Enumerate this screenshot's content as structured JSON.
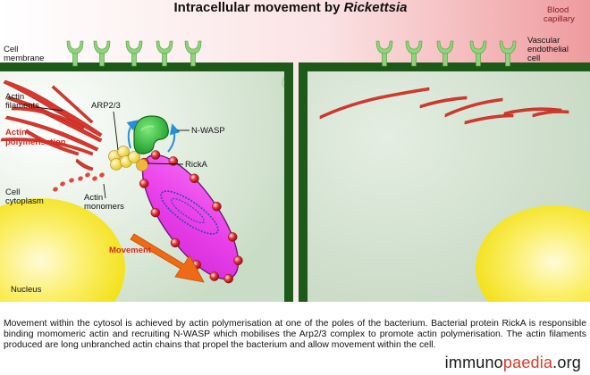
{
  "title": {
    "main": "Intracellular movement by ",
    "organism": "Rickettsia"
  },
  "labels": {
    "cell_membrane": [
      "Cell",
      "membrane"
    ],
    "blood_capillary": [
      "Blood",
      "capillary"
    ],
    "vascular_endothelial_cell": [
      "Vascular",
      "endothelial",
      "cell"
    ],
    "actin_filaments": [
      "Actin",
      "filaments"
    ],
    "arp23": "ARP2/3",
    "n_wasp": "N-WASP",
    "actin_polymerisation": [
      "Actin",
      "polymerisation"
    ],
    "ricka": "RickA",
    "cell_cytoplasm": [
      "Cell",
      "cytoplasm"
    ],
    "actin_monomers": [
      "Actin",
      "monomers"
    ],
    "movement": "Movement",
    "nucleus": "Nucleus"
  },
  "caption": "Movement within the cytosol is achieved by actin polymerisation at one of the poles of the bacterium. Bacterial protein RickA is responsible binding momomeric actin and recruiting N-WASP which mobilises the Arp2/3 complex to promote actin polymerisation. The actin filaments produced are long unbranched actin chains that propel the bacterium and allow movement within the cell.",
  "logo": {
    "part1": "immuno",
    "part2": "paedia",
    "part3": ".",
    "part4": "org"
  },
  "colors": {
    "membrane": "#1d5a1a",
    "cytoplasm": "#d6e6d3",
    "capillary": "#e9878b",
    "receptor": "#8fd47a",
    "nucleus": "#f7e500",
    "actin": "#d8372e",
    "bacterium": "#e63ce6",
    "nwasp": "#27c43a",
    "arp": "#f3d63c",
    "movement_arrow": "#ee6a14",
    "label_red": "#d42a1f"
  }
}
